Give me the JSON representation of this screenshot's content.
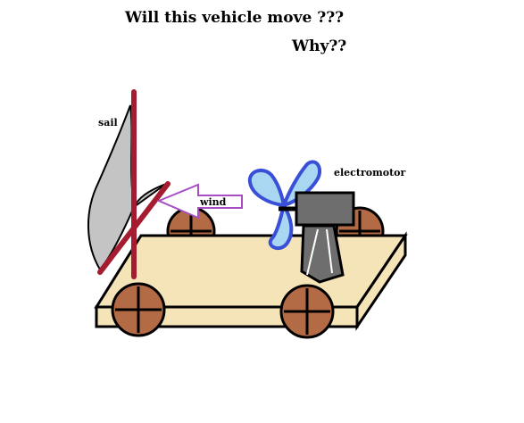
{
  "title": "Will this vehicle move ???",
  "subtitle": "Why??",
  "labels": {
    "sail": "sail",
    "electromotor": "electromotor",
    "wind": "wind"
  },
  "colors": {
    "platform": "#f5e4b8",
    "wheel": "#b36b45",
    "mast": "#a51c30",
    "sail": "#c4c4c4",
    "fan_blade": "#a9d6f0",
    "fan_outline": "#3a4fd8",
    "motor": "#6e6e6e",
    "wind_arrow": "#a64ec2"
  }
}
